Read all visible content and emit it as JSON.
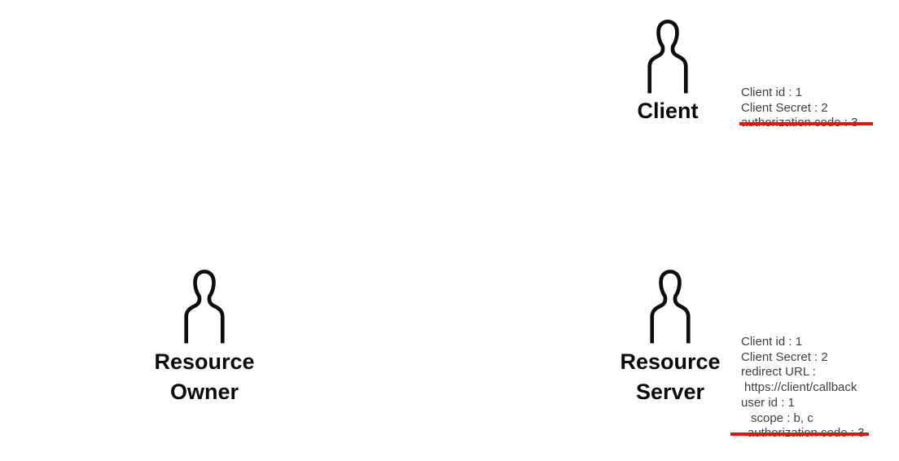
{
  "colors": {
    "background": "#ffffff",
    "annotation_text": "#414042",
    "label_text": "#0a0a0a",
    "icon_stroke": "#0d0d0d",
    "strike_red": "#e01510"
  },
  "actors": {
    "client": {
      "icon": "person-icon",
      "label": "Client"
    },
    "resource_owner": {
      "icon": "person-icon",
      "label_line1": "Resource",
      "label_line2": "Owner"
    },
    "resource_server": {
      "icon": "person-icon",
      "label_line1": "Resource",
      "label_line2": "Server"
    }
  },
  "client_props": {
    "lines": [
      {
        "text": "Client id : 1",
        "struck": false
      },
      {
        "text": "Client Secret : 2",
        "struck": false
      },
      {
        "text": "authorization code : 3",
        "struck": true
      }
    ]
  },
  "resource_server_props": {
    "lines": [
      {
        "text": "Client id : 1",
        "struck": false
      },
      {
        "text": "Client Secret : 2",
        "struck": false
      },
      {
        "text": "redirect URL :",
        "struck": false
      },
      {
        "text": "https://client/callback",
        "struck": false
      },
      {
        "text": "user id : 1",
        "struck": false
      },
      {
        "text": "scope : b, c",
        "struck": false
      },
      {
        "text": "authorization code : 3",
        "struck": true
      }
    ]
  }
}
